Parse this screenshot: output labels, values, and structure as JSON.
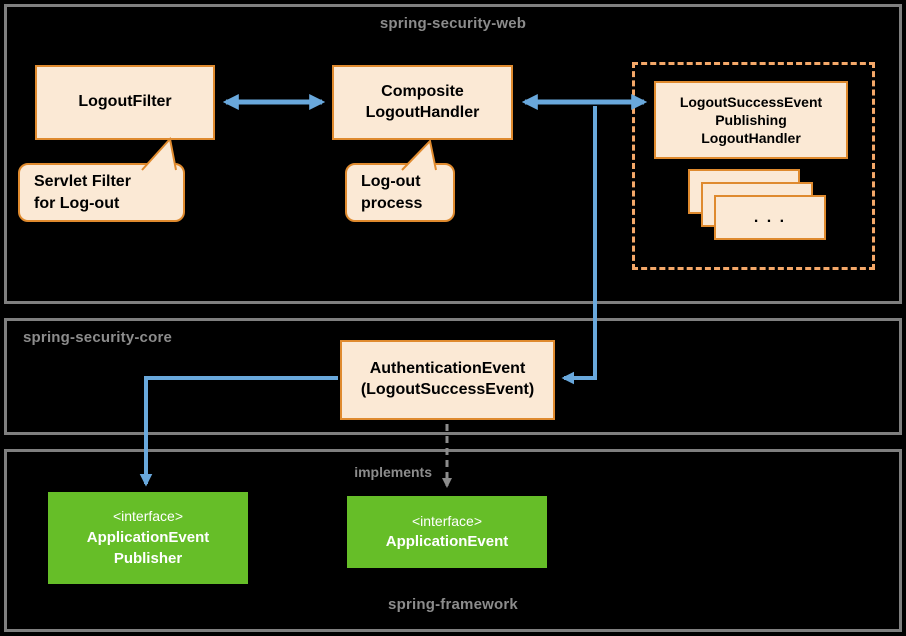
{
  "colors": {
    "canvas_background": "#000000",
    "section_border": "#7f7f7f",
    "section_label_text": "#8c8c8c",
    "box_fill": "#fbe9d5",
    "box_border": "#df8a2e",
    "dashed_frame_border": "#f4a869",
    "arrow_blue": "#69a8dc",
    "arrow_gray": "#8c8c8c",
    "interface_fill": "#66be28",
    "interface_text": "#ffffff"
  },
  "sections": {
    "web_label": "spring-security-web",
    "core_label": "spring-security-core",
    "framework_label": "spring-framework"
  },
  "web": {
    "logout_filter": "LogoutFilter",
    "composite_handler": {
      "lines": [
        "Composite",
        "LogoutHandler"
      ]
    },
    "publishing_handler": {
      "lines": [
        "LogoutSuccessEvent",
        "Publishing",
        "LogoutHandler"
      ]
    },
    "cards_ellipsis": ". . .",
    "servlet_callout": {
      "lines": [
        "Servlet Filter",
        "for Log-out"
      ]
    },
    "process_callout": {
      "lines": [
        "Log-out",
        "process"
      ]
    }
  },
  "core": {
    "auth_event": {
      "lines": [
        "AuthenticationEvent",
        "(LogoutSuccessEvent)"
      ]
    }
  },
  "framework": {
    "event_publisher": {
      "stereotype": "<interface>",
      "lines": [
        "ApplicationEvent",
        "Publisher"
      ]
    },
    "event": {
      "stereotype": "<interface>",
      "name": "ApplicationEvent"
    }
  },
  "labels": {
    "implements": "implements"
  }
}
